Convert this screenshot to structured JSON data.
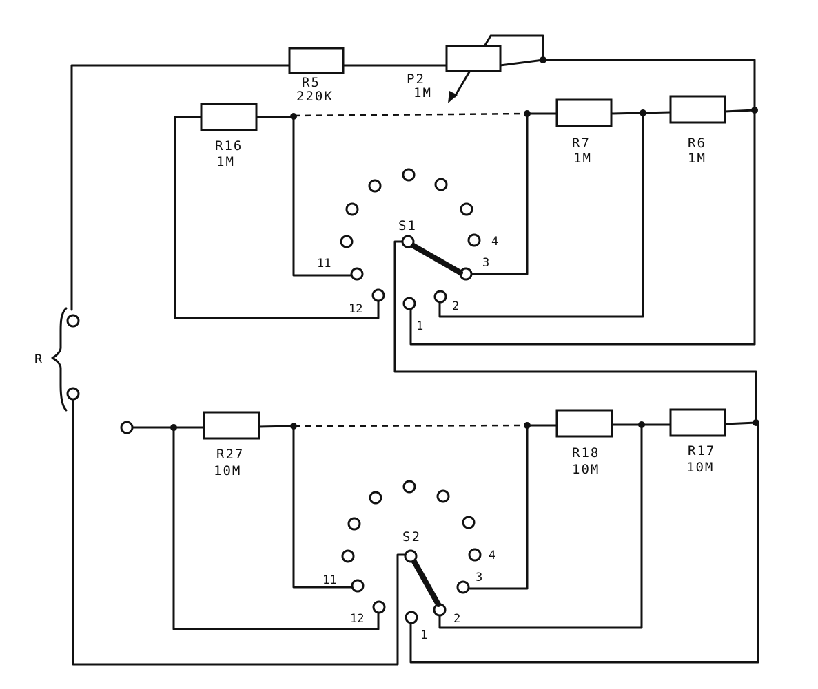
{
  "components": {
    "R5": {
      "ref": "R5",
      "value": "220K"
    },
    "P2": {
      "ref": "P2",
      "value": "1M"
    },
    "R16": {
      "ref": "R16",
      "value": "1M"
    },
    "R7": {
      "ref": "R7",
      "value": "1M"
    },
    "R6": {
      "ref": "R6",
      "value": "1M"
    },
    "R27": {
      "ref": "R27",
      "value": "10M"
    },
    "R18": {
      "ref": "R18",
      "value": "10M"
    },
    "R17": {
      "ref": "R17",
      "value": "10M"
    }
  },
  "switches": {
    "S1": {
      "ref": "S1",
      "positions": {
        "p1": "1",
        "p2": "2",
        "p3": "3",
        "p4": "4",
        "p11": "11",
        "p12": "12"
      }
    },
    "S2": {
      "ref": "S2",
      "positions": {
        "p1": "1",
        "p2": "2",
        "p3": "3",
        "p4": "4",
        "p11": "11",
        "p12": "12"
      }
    }
  },
  "terminal_label": "R"
}
